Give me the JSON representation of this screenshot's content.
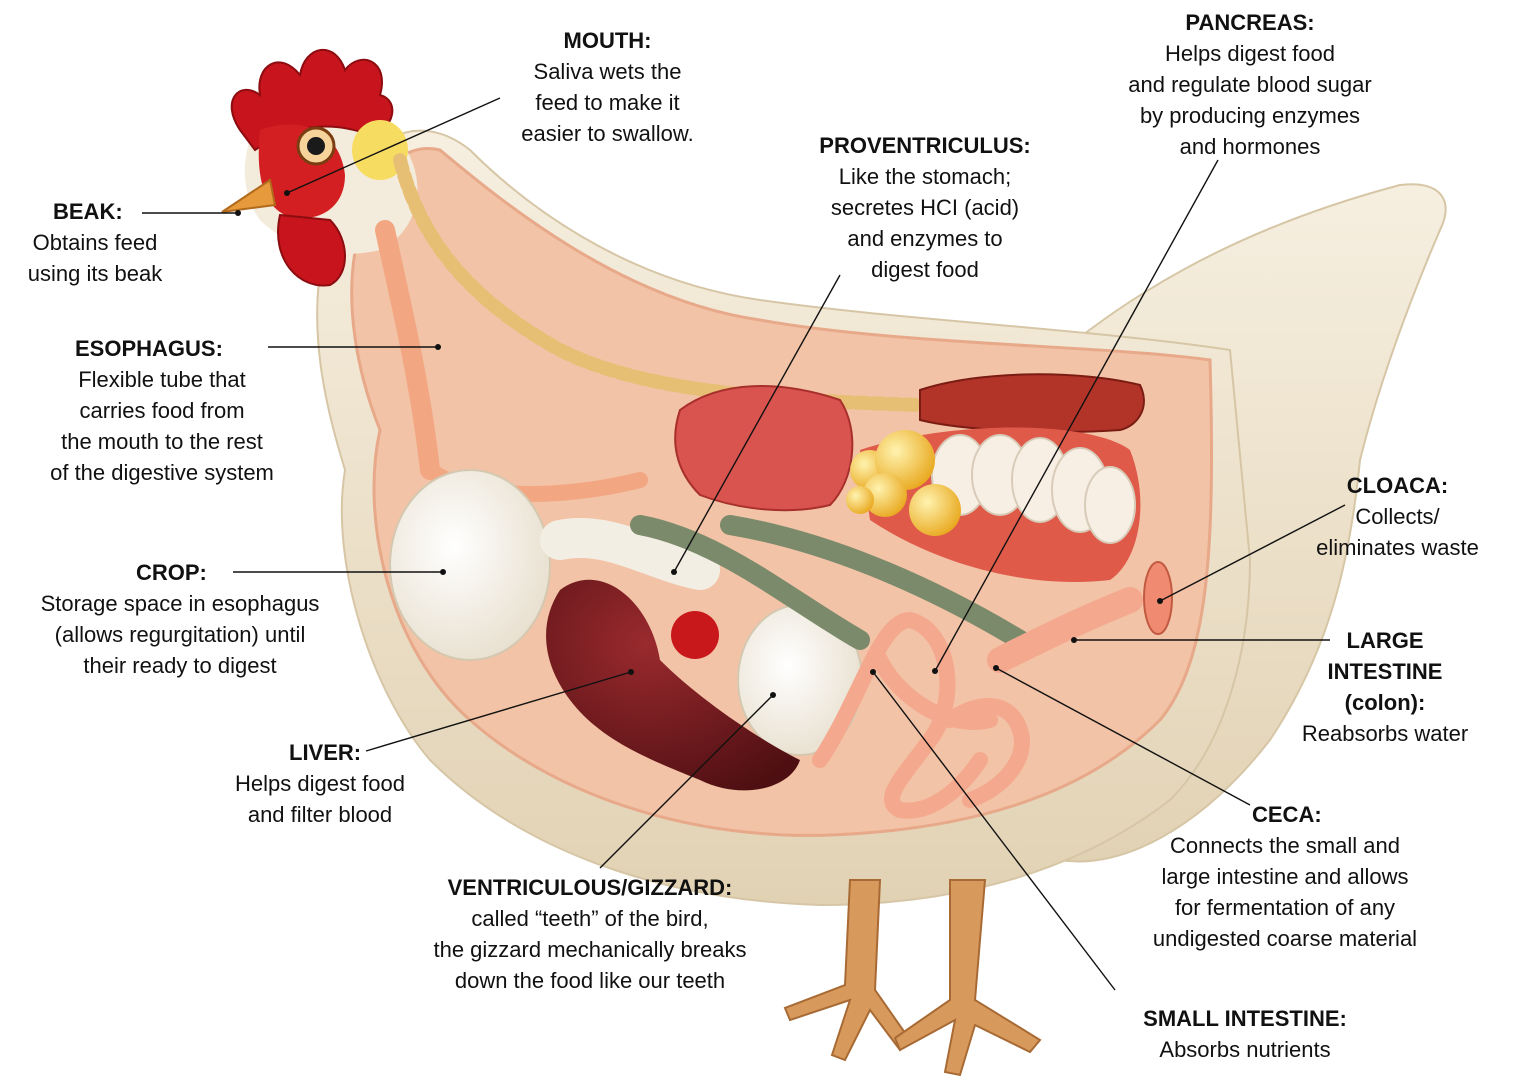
{
  "labels": {
    "mouth": {
      "title": "MOUTH:",
      "desc": "Saliva wets the\nfeed to make it\neasier to swallow."
    },
    "beak": {
      "title": "BEAK:",
      "desc": "Obtains feed\nusing its beak"
    },
    "esophagus": {
      "title": "ESOPHAGUS:",
      "desc": "Flexible tube that\ncarries food from\nthe mouth to the rest\nof the digestive system"
    },
    "crop": {
      "title": "CROP:",
      "desc": "Storage space in esophagus\n(allows regurgitation) until\ntheir ready to digest"
    },
    "liver": {
      "title": "LIVER:",
      "desc": "Helps digest food\nand filter blood"
    },
    "gizzard": {
      "title": "VENTRICULOUS/GIZZARD:",
      "desc": "called “teeth” of the bird,\nthe gizzard mechanically breaks\ndown the food like our teeth"
    },
    "proventriculus": {
      "title": "PROVENTRICULUS:",
      "desc": "Like the stomach;\nsecretes HCI (acid)\nand enzymes to\ndigest food"
    },
    "pancreas": {
      "title": "PANCREAS:",
      "desc": "Helps digest food\nand regulate blood sugar\nby producing enzymes\nand hormones"
    },
    "cloaca": {
      "title": "CLOACA:",
      "desc": "Collects/\neliminates waste"
    },
    "large_intestine": {
      "title": "LARGE\nINTESTINE\n(colon):",
      "desc": "Reabsorbs water"
    },
    "ceca": {
      "title": "CECA:",
      "desc": "Connects the small and\nlarge intestine and allows\nfor fermentation of any\nundigested coarse material"
    },
    "small_intestine": {
      "title": "SMALL INTESTINE:",
      "desc": "Absorbs nutrients"
    }
  },
  "colors": {
    "feathers": "#ece1cb",
    "body_cavity": "#f2c3a6",
    "comb": "#c8141c",
    "beak": "#e69a3c",
    "crop": "#f3eee4",
    "liver": "#6e1a1e",
    "proventriculus": "#d9534f",
    "pancreas": "#f4c040",
    "intestine": "#f4a88e",
    "ceca": "#7a8a6a",
    "legs": "#d89a5c",
    "leader_line": "#111111"
  }
}
